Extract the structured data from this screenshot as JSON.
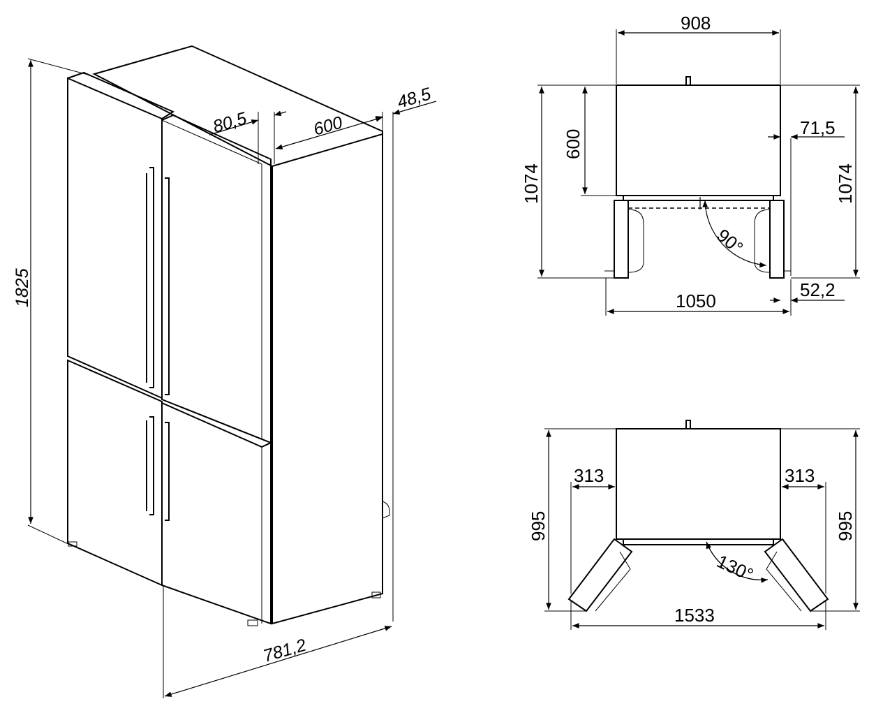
{
  "iso_view": {
    "height": "1825",
    "handle_offset": "80,5",
    "depth": "600",
    "rear_offset": "48,5",
    "width_doors_open": "781,2"
  },
  "top_view_90": {
    "width": "908",
    "depth": "600",
    "depth_total_left": "1074",
    "depth_total_right": "1074",
    "side_offset": "71,5",
    "angle": "90°",
    "width_open": "1050",
    "door_protrusion": "52,2"
  },
  "top_view_130": {
    "door_left": "313",
    "door_right": "313",
    "depth_left": "995",
    "depth_right": "995",
    "angle": "130°",
    "width_open": "1533"
  }
}
